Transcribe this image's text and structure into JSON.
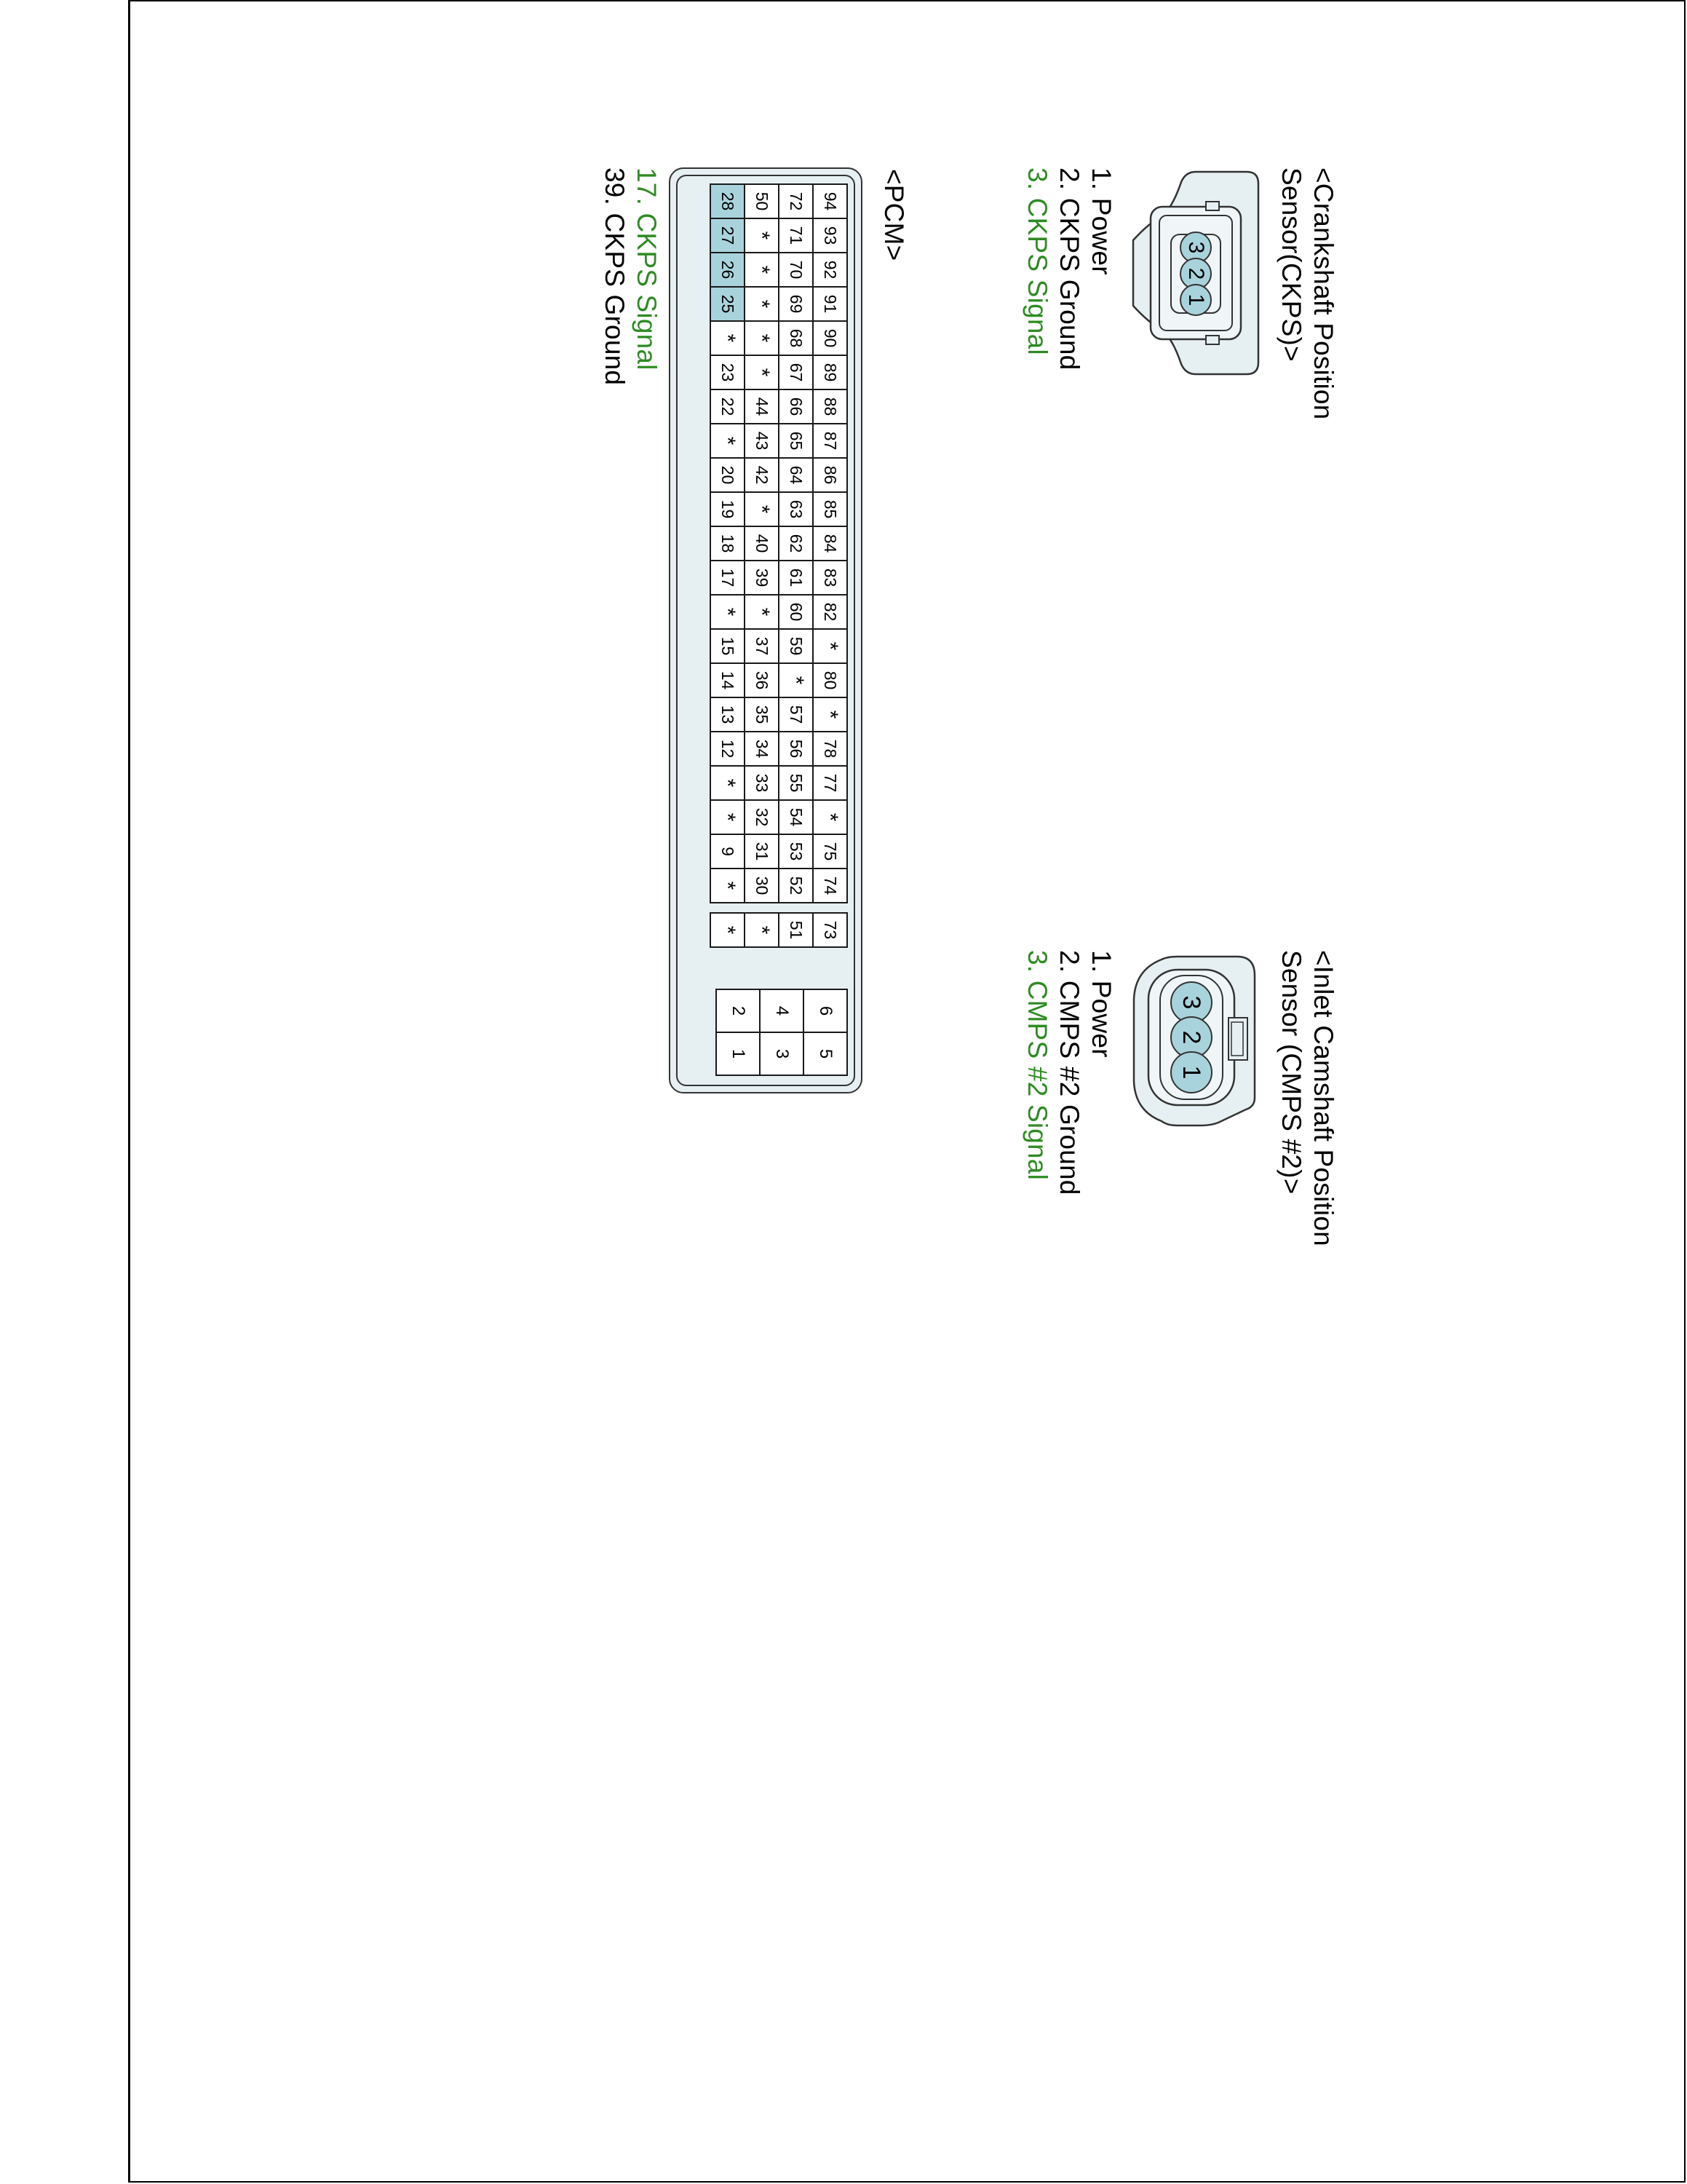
{
  "ckps": {
    "title_line1": "<Crankshaft Position",
    "title_line2": "Sensor(CKPS)>",
    "items": [
      {
        "label": "1. Power",
        "highlight": false
      },
      {
        "label": "2. CKPS Ground",
        "highlight": false
      },
      {
        "label": "3. CKPS Signal",
        "highlight": true
      }
    ],
    "pins": [
      "3",
      "2",
      "1"
    ]
  },
  "cmps": {
    "title_line1": "<Inlet Camshaft Position",
    "title_line2": "Sensor (CMPS #2)>",
    "items": [
      {
        "label": "1. Power",
        "highlight": false
      },
      {
        "label": "2. CMPS #2 Ground",
        "highlight": false
      },
      {
        "label": "3. CMPS #2 Signal",
        "highlight": true
      }
    ],
    "pins": [
      "3",
      "2",
      "1"
    ]
  },
  "pcm": {
    "title": "<PCM>",
    "items": [
      {
        "label": "17. CKPS Signal",
        "highlight": true
      },
      {
        "label": "39. CKPS Ground",
        "highlight": false
      }
    ],
    "rows": [
      [
        "94",
        "93",
        "92",
        "91",
        "90",
        "89",
        "88",
        "87",
        "86",
        "85",
        "84",
        "83",
        "82",
        "*",
        "80",
        "*",
        "78",
        "77",
        "*",
        "75",
        "74",
        "73"
      ],
      [
        "72",
        "71",
        "70",
        "69",
        "68",
        "67",
        "66",
        "65",
        "64",
        "63",
        "62",
        "61",
        "60",
        "59",
        "*",
        "57",
        "56",
        "55",
        "54",
        "53",
        "52",
        "51"
      ],
      [
        "50",
        "*",
        "*",
        "*",
        "*",
        "*",
        "44",
        "43",
        "42",
        "*",
        "40",
        "39",
        "*",
        "37",
        "36",
        "35",
        "34",
        "33",
        "32",
        "31",
        "30",
        "*"
      ],
      [
        "28",
        "27",
        "26",
        "25",
        "*",
        "23",
        "22",
        "*",
        "20",
        "19",
        "18",
        "17",
        "*",
        "15",
        "14",
        "13",
        "12",
        "*",
        "*",
        "9",
        "*",
        "*"
      ]
    ],
    "highlighted": [
      "28",
      "27",
      "26",
      "25"
    ],
    "aux_rows": [
      [
        "6",
        "5"
      ],
      [
        "4",
        "3"
      ],
      [
        "2",
        "1"
      ]
    ]
  },
  "colors": {
    "highlight_text": "#2e8b23",
    "pin_fill": "#a9d3dc",
    "connector_fill": "#e6f0f3"
  }
}
